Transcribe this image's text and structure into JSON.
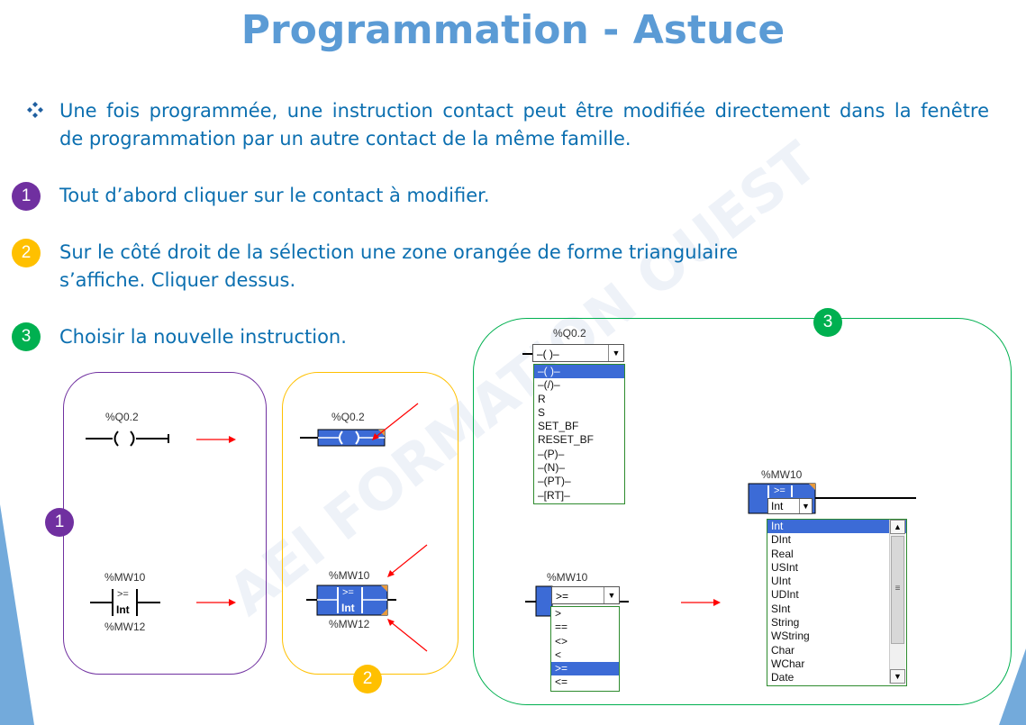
{
  "title": "Programmation - Astuce",
  "intro": {
    "bullet_icon": "four-diamond-bullet-icon",
    "text_line1": "Une fois programmée, une instruction contact peut être modifiée directement dans la fenêtre",
    "text_line2": "de programmation par un autre contact de la même famille."
  },
  "steps": [
    {
      "number": "1",
      "text": "Tout d’abord cliquer sur le contact à modifier.",
      "color": "#7030a0"
    },
    {
      "number": "2",
      "text_line1": "Sur le côté droit de la sélection une zone orangée de forme triangulaire",
      "text_line2": "s’affiche. Cliquer dessus.",
      "color": "#ffc000"
    },
    {
      "number": "3",
      "text": "Choisir la nouvelle instruction.",
      "color": "#00b050"
    }
  ],
  "watermark": "AEI FORMATION OUEST",
  "panel1": {
    "badge": "1",
    "coil_label": "%Q0.2",
    "coil_symbol": "( )",
    "compare_top": "%MW10",
    "compare_op": ">=",
    "compare_type": "Int",
    "compare_bottom": "%MW12"
  },
  "panel2": {
    "badge": "2",
    "coil_label": "%Q0.2",
    "compare_top": "%MW10",
    "compare_op": ">=",
    "compare_type": "Int",
    "compare_bottom": "%MW12"
  },
  "panel3": {
    "badge": "3",
    "coil_label": "%Q0.2",
    "coil_selected": "–( )–",
    "coil_options": [
      "–( )–",
      "–(/)–",
      "R",
      "S",
      "SET_BF",
      "RESET_BF",
      "–(P)–",
      "–(N)–",
      "–(PT)–",
      "–[RT]–"
    ],
    "coil_selected_index": 0,
    "cmp_label": "%MW10",
    "cmp_selected": ">=",
    "cmp_options": [
      ">",
      "==",
      "<>",
      "<",
      ">=",
      "<="
    ],
    "cmp_selected_index": 4,
    "type_label": "%MW10",
    "type_op": ">=",
    "type_selected": "Int",
    "type_options": [
      "Int",
      "DInt",
      "Real",
      "USInt",
      "UInt",
      "UDInt",
      "SInt",
      "String",
      "WString",
      "Char",
      "WChar",
      "Date"
    ],
    "type_selected_index": 0
  },
  "colors": {
    "title": "#5b9bd5",
    "text": "#0b6fb0",
    "selection": "#3c6bd6",
    "arrow": "#ff0000"
  }
}
